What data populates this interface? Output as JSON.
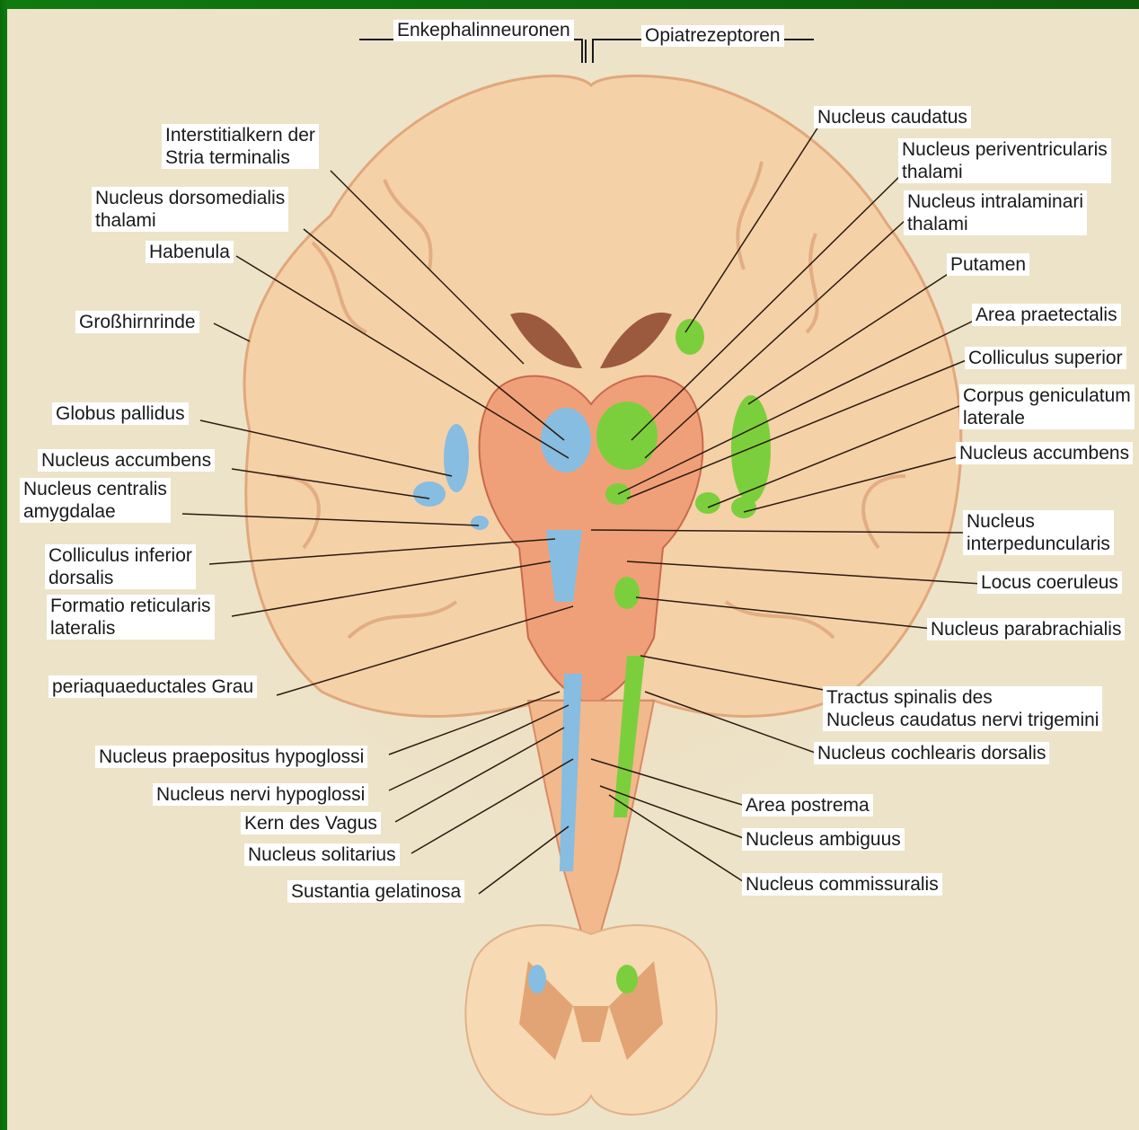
{
  "header": {
    "left_title": "Enkephalinneuronen",
    "right_title": "Opiatrezeptoren"
  },
  "colors": {
    "background_frame": "#0d5b0d",
    "paper": "#ede3c8",
    "enkephalin_blue": "#86bde0",
    "receptor_green": "#7ccf3c",
    "tissue": "#f2b98c"
  },
  "labels_left": [
    {
      "id": "interstitialkern",
      "lines": [
        "Interstitialkern der",
        "Stria terminalis"
      ]
    },
    {
      "id": "nucleus-dorsomedialis",
      "lines": [
        "Nucleus dorsomedialis",
        "thalami"
      ]
    },
    {
      "id": "habenula",
      "lines": [
        "Habenula"
      ]
    },
    {
      "id": "grosshirnrinde",
      "lines": [
        "Großhirnrinde"
      ]
    },
    {
      "id": "globus-pallidus",
      "lines": [
        "Globus pallidus"
      ]
    },
    {
      "id": "nucleus-accumbens-left",
      "lines": [
        "Nucleus accumbens"
      ]
    },
    {
      "id": "nucleus-centralis",
      "lines": [
        "Nucleus centralis",
        "amygdalae"
      ]
    },
    {
      "id": "colliculus-inferior",
      "lines": [
        "Colliculus inferior",
        "dorsalis"
      ]
    },
    {
      "id": "formatio-reticularis",
      "lines": [
        "Formatio reticularis",
        "lateralis"
      ]
    },
    {
      "id": "periaquaeductales-grau",
      "lines": [
        "periaquaeductales Grau"
      ]
    },
    {
      "id": "nucleus-praepositus",
      "lines": [
        "Nucleus praepositus hypoglossi"
      ]
    },
    {
      "id": "nucleus-nervi-hypoglossi",
      "lines": [
        "Nucleus nervi hypoglossi"
      ]
    },
    {
      "id": "kern-des-vagus",
      "lines": [
        "Kern des Vagus"
      ]
    },
    {
      "id": "nucleus-solitarius",
      "lines": [
        "Nucleus solitarius"
      ]
    },
    {
      "id": "sustantia-gelatinosa",
      "lines": [
        "Sustantia gelatinosa"
      ]
    }
  ],
  "labels_right": [
    {
      "id": "nucleus-caudatus",
      "lines": [
        "Nucleus caudatus"
      ]
    },
    {
      "id": "nucleus-periventricularis",
      "lines": [
        "Nucleus periventricularis",
        "thalami"
      ]
    },
    {
      "id": "nucleus-intralaminari",
      "lines": [
        "Nucleus intralaminari",
        "thalami"
      ]
    },
    {
      "id": "putamen",
      "lines": [
        "Putamen"
      ]
    },
    {
      "id": "area-praetectalis",
      "lines": [
        "Area praetectalis"
      ]
    },
    {
      "id": "colliculus-superior",
      "lines": [
        "Colliculus superior"
      ]
    },
    {
      "id": "corpus-geniculatum",
      "lines": [
        "Corpus geniculatum",
        "laterale"
      ]
    },
    {
      "id": "nucleus-accumbens-right",
      "lines": [
        "Nucleus accumbens"
      ]
    },
    {
      "id": "nucleus-interpeduncularis",
      "lines": [
        "Nucleus",
        "interpeduncularis"
      ]
    },
    {
      "id": "locus-coeruleus",
      "lines": [
        "Locus coeruleus"
      ]
    },
    {
      "id": "nucleus-parabrachialis",
      "lines": [
        "Nucleus parabrachialis"
      ]
    },
    {
      "id": "tractus-spinalis",
      "lines": [
        "Tractus spinalis des",
        "Nucleus caudatus nervi trigemini"
      ]
    },
    {
      "id": "nucleus-cochlearis",
      "lines": [
        "Nucleus cochlearis dorsalis"
      ]
    },
    {
      "id": "area-postrema",
      "lines": [
        "Area postrema"
      ]
    },
    {
      "id": "nucleus-ambiguus",
      "lines": [
        "Nucleus ambiguus"
      ]
    },
    {
      "id": "nucleus-commissuralis",
      "lines": [
        "Nucleus commissuralis"
      ]
    }
  ]
}
